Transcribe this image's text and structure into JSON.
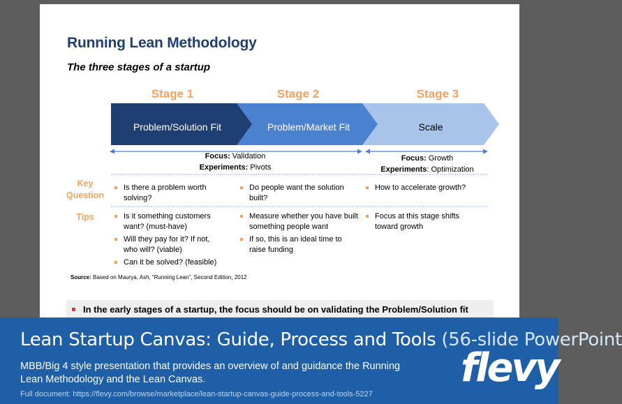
{
  "slide": {
    "title": "Running Lean Methodology",
    "subtitle": "The three stages of a startup",
    "stages": [
      {
        "label": "Stage 1",
        "arrow": "Problem/Solution Fit",
        "color": "#1f3f73",
        "text_color": "#ffffff"
      },
      {
        "label": "Stage 2",
        "arrow": "Problem/Market Fit",
        "color": "#4a82d0",
        "text_color": "#ffffff"
      },
      {
        "label": "Stage 3",
        "arrow": "Scale",
        "color": "#a9c4ea",
        "text_color": "#000000"
      }
    ],
    "focus_left": {
      "focus_label": "Focus:",
      "focus_value": " Validation",
      "exp_label": "Experiments:",
      "exp_value": " Pivots"
    },
    "focus_right": {
      "focus_label": "Focus:",
      "focus_value": " Growth",
      "exp_label": "Experiments",
      "exp_value": ": Optimization"
    },
    "rows": {
      "key_question": {
        "label_line1": "Key",
        "label_line2": "Question"
      },
      "tips": {
        "label": "Tips"
      }
    },
    "key_questions": [
      "Is there a problem worth solving?",
      "Do people want the solution built?",
      "How to accelerate growth?"
    ],
    "tips": {
      "col1": [
        "Is it something customers want? (must-have)",
        "Will they pay for it? If not, who will? (viable)",
        "Can it be solved? (feasible)"
      ],
      "col2": [
        "Measure whether you have built something people want",
        "If so, this is an ideal time to raise funding"
      ],
      "col3": [
        "Focus at this stage shifts toward growth"
      ]
    },
    "source_label": "Source:",
    "source_text": " Based on Maurya, Ash, “Running Lean”, Second Edition, 2012",
    "callout": "In the early stages of a startup, the focus should be on validating the Problem/Solution fit",
    "accent_color": "#f5a25d"
  },
  "banner": {
    "title_main": "Lean Startup Canvas: Guide, Process and Tools",
    "title_light": " (56-slide PowerPoint",
    "description": "MBB/Big 4 style presentation that provides an overview of and guidance the Running Lean Methodology and the Lean Canvas.",
    "link": "Full document: https://flevy.com/browse/marketplace/lean-startup-canvas-guide-process-and-tools-5227",
    "logo": "flevy",
    "color": "#1f5fa8"
  }
}
